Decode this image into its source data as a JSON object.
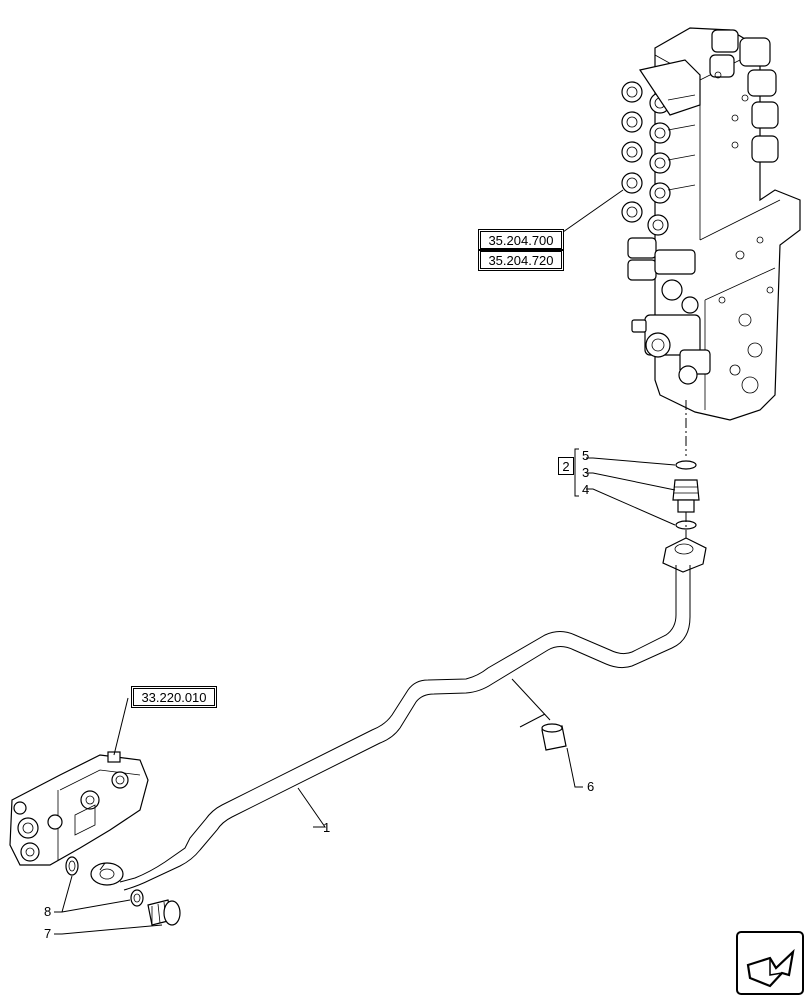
{
  "references": {
    "valve_ref_1": "35.204.700",
    "valve_ref_2": "35.204.720",
    "pump_ref": "33.220.010"
  },
  "kit": {
    "label": "2"
  },
  "callouts": {
    "c1": "1",
    "c3": "3",
    "c4": "4",
    "c5": "5",
    "c6": "6",
    "c7": "7",
    "c8": "8"
  },
  "icons": {
    "nav": "next-page-arrow-icon"
  }
}
